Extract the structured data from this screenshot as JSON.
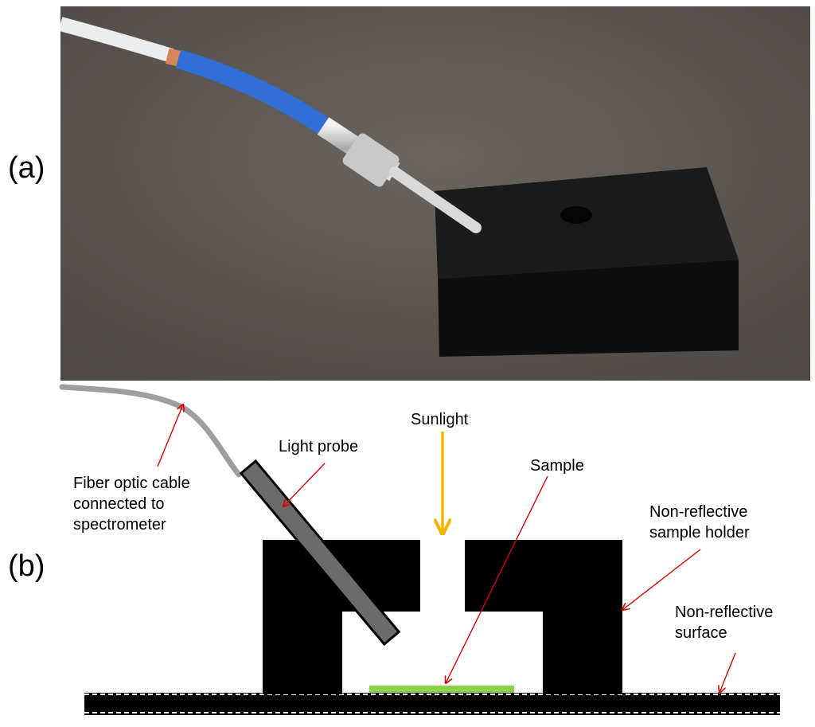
{
  "panels": {
    "a_label": "(a)",
    "b_label": "(b)"
  },
  "annotations": {
    "fiber_line1": "Fiber optic cable",
    "fiber_line2": "connected to",
    "fiber_line3": "spectrometer",
    "light_probe": "Light probe",
    "sunlight": "Sunlight",
    "sample": "Sample",
    "holder_line1": "Non-reflective",
    "holder_line2": "sample holder",
    "surface_line1": "Non-reflective",
    "surface_line2": "surface"
  },
  "colors": {
    "cable_gray": "#9e9e9e",
    "probe_gray": "#6b6b6b",
    "holder_black": "#000000",
    "sample_green": "#8bd14a",
    "sunlight_arrow": "#f5b400",
    "pointer_red": "#e00000",
    "photo_background": "#5f5a56",
    "cable_white": "#ececec",
    "cable_blue_sleeve": "#2f6fd6"
  }
}
